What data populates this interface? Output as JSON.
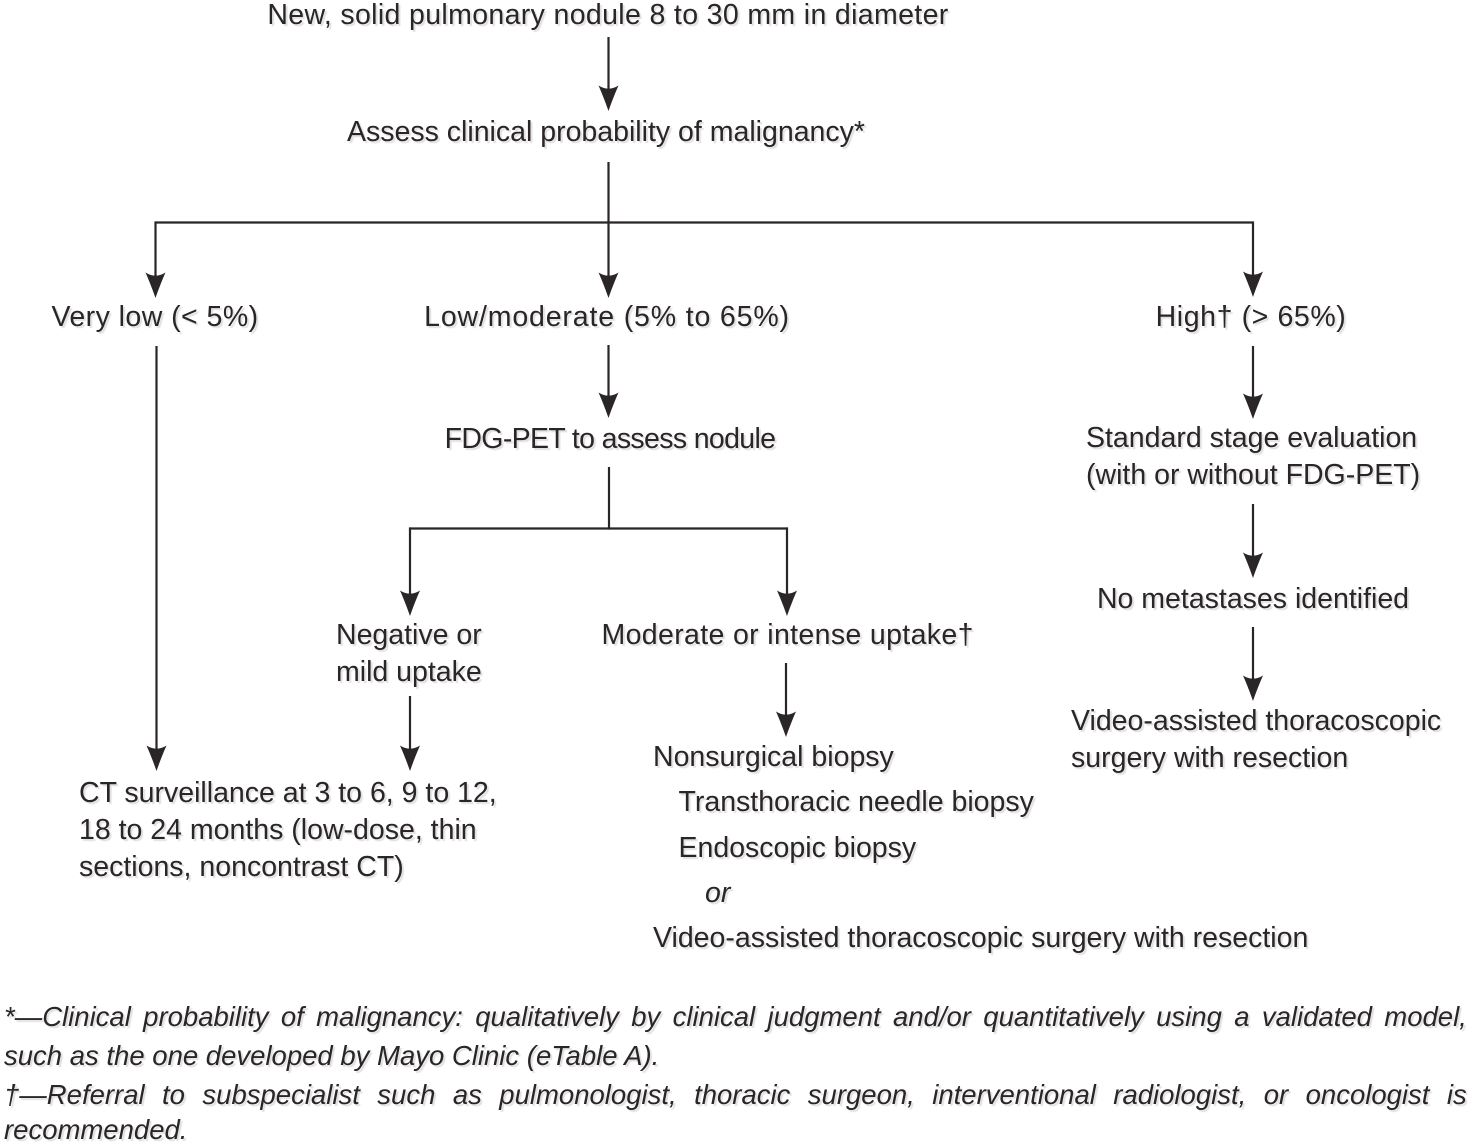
{
  "figure": {
    "type": "flowchart",
    "background_color": "#ffffff",
    "ink_color": "#2a2527"
  },
  "nodes": {
    "nodule": {
      "text": "New, solid pulmonary nodule 8 to 30 mm in diameter"
    },
    "assess": {
      "text": "Assess clinical probability of malignancy*"
    },
    "very_low": {
      "text": "Very low (< 5%)"
    },
    "low_moderate": {
      "text": "Low/moderate (5% to 65%)"
    },
    "high": {
      "text": "High† (> 65%)"
    },
    "fdg_pet": {
      "text": "FDG-PET to assess nodule"
    },
    "standard_stage": {
      "text": "Standard stage evaluation\n(with or without FDG-PET)"
    },
    "negative_mild": {
      "text": "Negative or\nmild uptake"
    },
    "moderate_intense": {
      "text": "Moderate or intense uptake†"
    },
    "no_metastases": {
      "text": "No metastases identified"
    },
    "ct_surveillance": {
      "text": "CT surveillance at 3 to 6, 9 to 12,\n18 to 24 months (low-dose, thin\nsections, noncontrast CT)"
    },
    "biopsy": {
      "title": "Nonsurgical biopsy",
      "option1": "Transthoracic needle biopsy",
      "option2": "Endoscopic biopsy",
      "connector_word": "or",
      "option3": "Video-assisted thoracoscopic surgery with resection"
    },
    "vats": {
      "text": "Video-assisted thoracoscopic\nsurgery with resection"
    }
  },
  "edges": [
    {
      "from": "nodule",
      "to": "assess"
    },
    {
      "from": "assess",
      "to": "very_low"
    },
    {
      "from": "assess",
      "to": "low_moderate"
    },
    {
      "from": "assess",
      "to": "high"
    },
    {
      "from": "very_low",
      "to": "ct_surveillance"
    },
    {
      "from": "low_moderate",
      "to": "fdg_pet"
    },
    {
      "from": "fdg_pet",
      "to": "negative_mild"
    },
    {
      "from": "fdg_pet",
      "to": "moderate_intense"
    },
    {
      "from": "negative_mild",
      "to": "ct_surveillance"
    },
    {
      "from": "moderate_intense",
      "to": "biopsy"
    },
    {
      "from": "high",
      "to": "standard_stage"
    },
    {
      "from": "standard_stage",
      "to": "no_metastases"
    },
    {
      "from": "no_metastases",
      "to": "vats"
    }
  ],
  "footnotes": {
    "asterisk": {
      "line1": "*—Clinical probability of malignancy: qualitatively by clinical judgment and/or quantitatively using a validated model,",
      "line2": "such as the one developed by Mayo Clinic (eTable A)."
    },
    "dagger": {
      "line1": "†—Referral to subspecialist such as pulmonologist, thoracic surgeon, interventional radiologist, or oncologist is",
      "line2": "recommended."
    }
  }
}
